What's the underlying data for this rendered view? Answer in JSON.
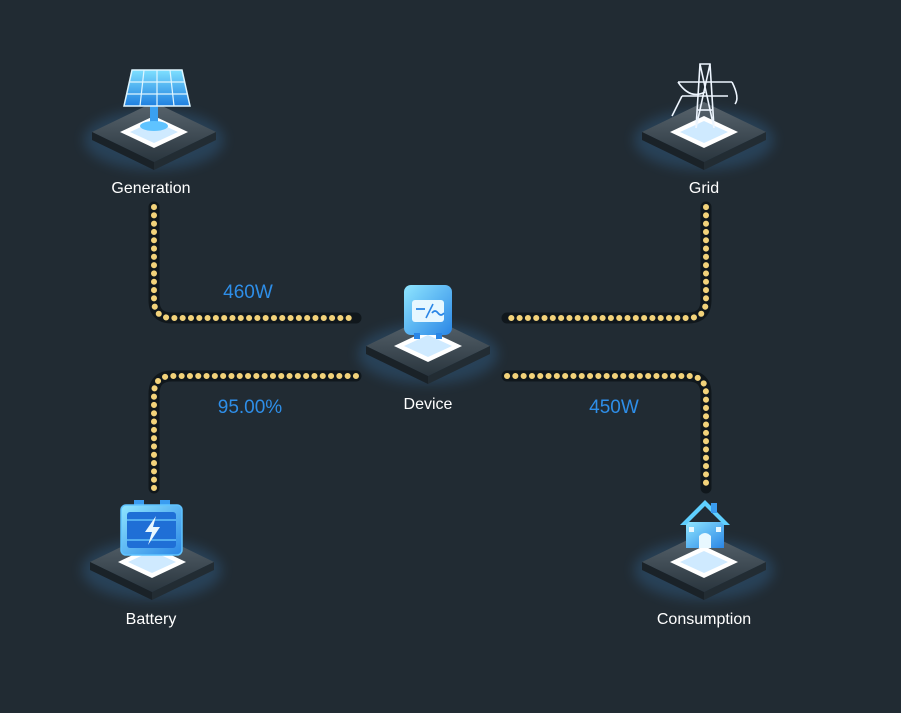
{
  "nodes": {
    "generation": {
      "label": "Generation",
      "icon": "solar-panel-icon"
    },
    "grid": {
      "label": "Grid",
      "icon": "power-tower-icon"
    },
    "device": {
      "label": "Device",
      "icon": "inverter-icon"
    },
    "battery": {
      "label": "Battery",
      "icon": "battery-icon"
    },
    "consumption": {
      "label": "Consumption",
      "icon": "house-icon"
    }
  },
  "metrics": {
    "generation_power": "460W",
    "battery_level": "95.00%",
    "consumption_power": "450W"
  },
  "colors": {
    "background": "#212b33",
    "flow_dots": "#f2d27a",
    "metric_text": "#2e8ee8",
    "label_text": "#ffffff"
  }
}
